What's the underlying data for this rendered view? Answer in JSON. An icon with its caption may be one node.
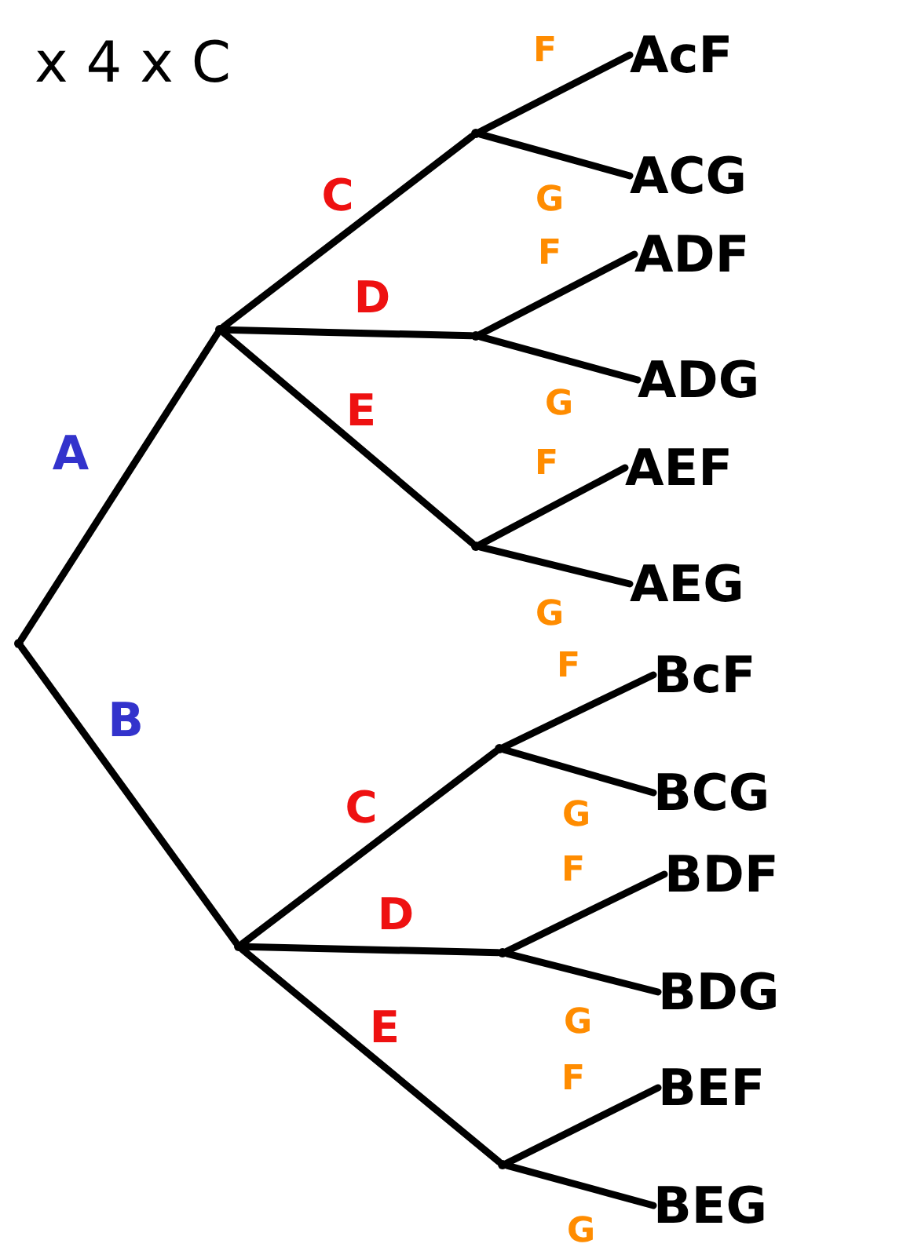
{
  "diagram": {
    "nodes": [
      {
        "text": [],
        "shape": "point"
      },
      {
        "text": [],
        "shape": "point"
      },
      {
        "text": [],
        "shape": "point"
      },
      {
        "text": [],
        "shape": "point"
      },
      {
        "text": [],
        "shape": "point"
      },
      {
        "text": [],
        "shape": "point"
      },
      {
        "text": [],
        "shape": "point"
      },
      {
        "text": [],
        "shape": "point"
      },
      {
        "text": [],
        "shape": "point"
      },
      {
        "text": [
          "AcF"
        ]
      },
      {
        "text": [
          "ACG"
        ]
      },
      {
        "text": [
          "ADF"
        ]
      },
      {
        "text": [
          "ADG"
        ]
      },
      {
        "text": [
          "AEF"
        ]
      },
      {
        "text": [
          "AEG"
        ]
      },
      {
        "text": [
          "BcF"
        ]
      },
      {
        "text": [
          "BCG"
        ]
      },
      {
        "text": [
          "BDF"
        ]
      },
      {
        "text": [
          "BDG"
        ]
      },
      {
        "text": [
          "BEF"
        ]
      },
      {
        "text": [
          "BEG"
        ]
      }
    ],
    "edges": [
      {
        "from": 0,
        "to": 1,
        "arrow": "none",
        "label": "A"
      },
      {
        "from": 0,
        "to": 2,
        "arrow": "none",
        "label": "B"
      },
      {
        "from": 1,
        "to": 3,
        "arrow": "none",
        "label": "C"
      },
      {
        "from": 1,
        "to": 4,
        "arrow": "none",
        "label": "D"
      },
      {
        "from": 1,
        "to": 5,
        "arrow": "none",
        "label": "E"
      },
      {
        "from": 2,
        "to": 6,
        "arrow": "none",
        "label": "C"
      },
      {
        "from": 2,
        "to": 7,
        "arrow": "none",
        "label": "D"
      },
      {
        "from": 2,
        "to": 8,
        "arrow": "none",
        "label": "E"
      },
      {
        "from": 3,
        "to": 9,
        "arrow": "none",
        "label": "F"
      },
      {
        "from": 3,
        "to": 10,
        "arrow": "none",
        "label": "G"
      },
      {
        "from": 4,
        "to": 11,
        "arrow": "none",
        "label": "F"
      },
      {
        "from": 4,
        "to": 12,
        "arrow": "none",
        "label": "G"
      },
      {
        "from": 5,
        "to": 13,
        "arrow": "none",
        "label": "F"
      },
      {
        "from": 5,
        "to": 14,
        "arrow": "none",
        "label": "G"
      },
      {
        "from": 6,
        "to": 15,
        "arrow": "none",
        "label": "F"
      },
      {
        "from": 6,
        "to": 16,
        "arrow": "none",
        "label": "G"
      },
      {
        "from": 7,
        "to": 17,
        "arrow": "none",
        "label": "F"
      },
      {
        "from": 7,
        "to": 18,
        "arrow": "none",
        "label": "G"
      },
      {
        "from": 8,
        "to": 19,
        "arrow": "none",
        "label": "F"
      },
      {
        "from": 8,
        "to": 20,
        "arrow": "none",
        "label": "G"
      }
    ],
    "labels": [
      "x 4 x C"
    ]
  }
}
